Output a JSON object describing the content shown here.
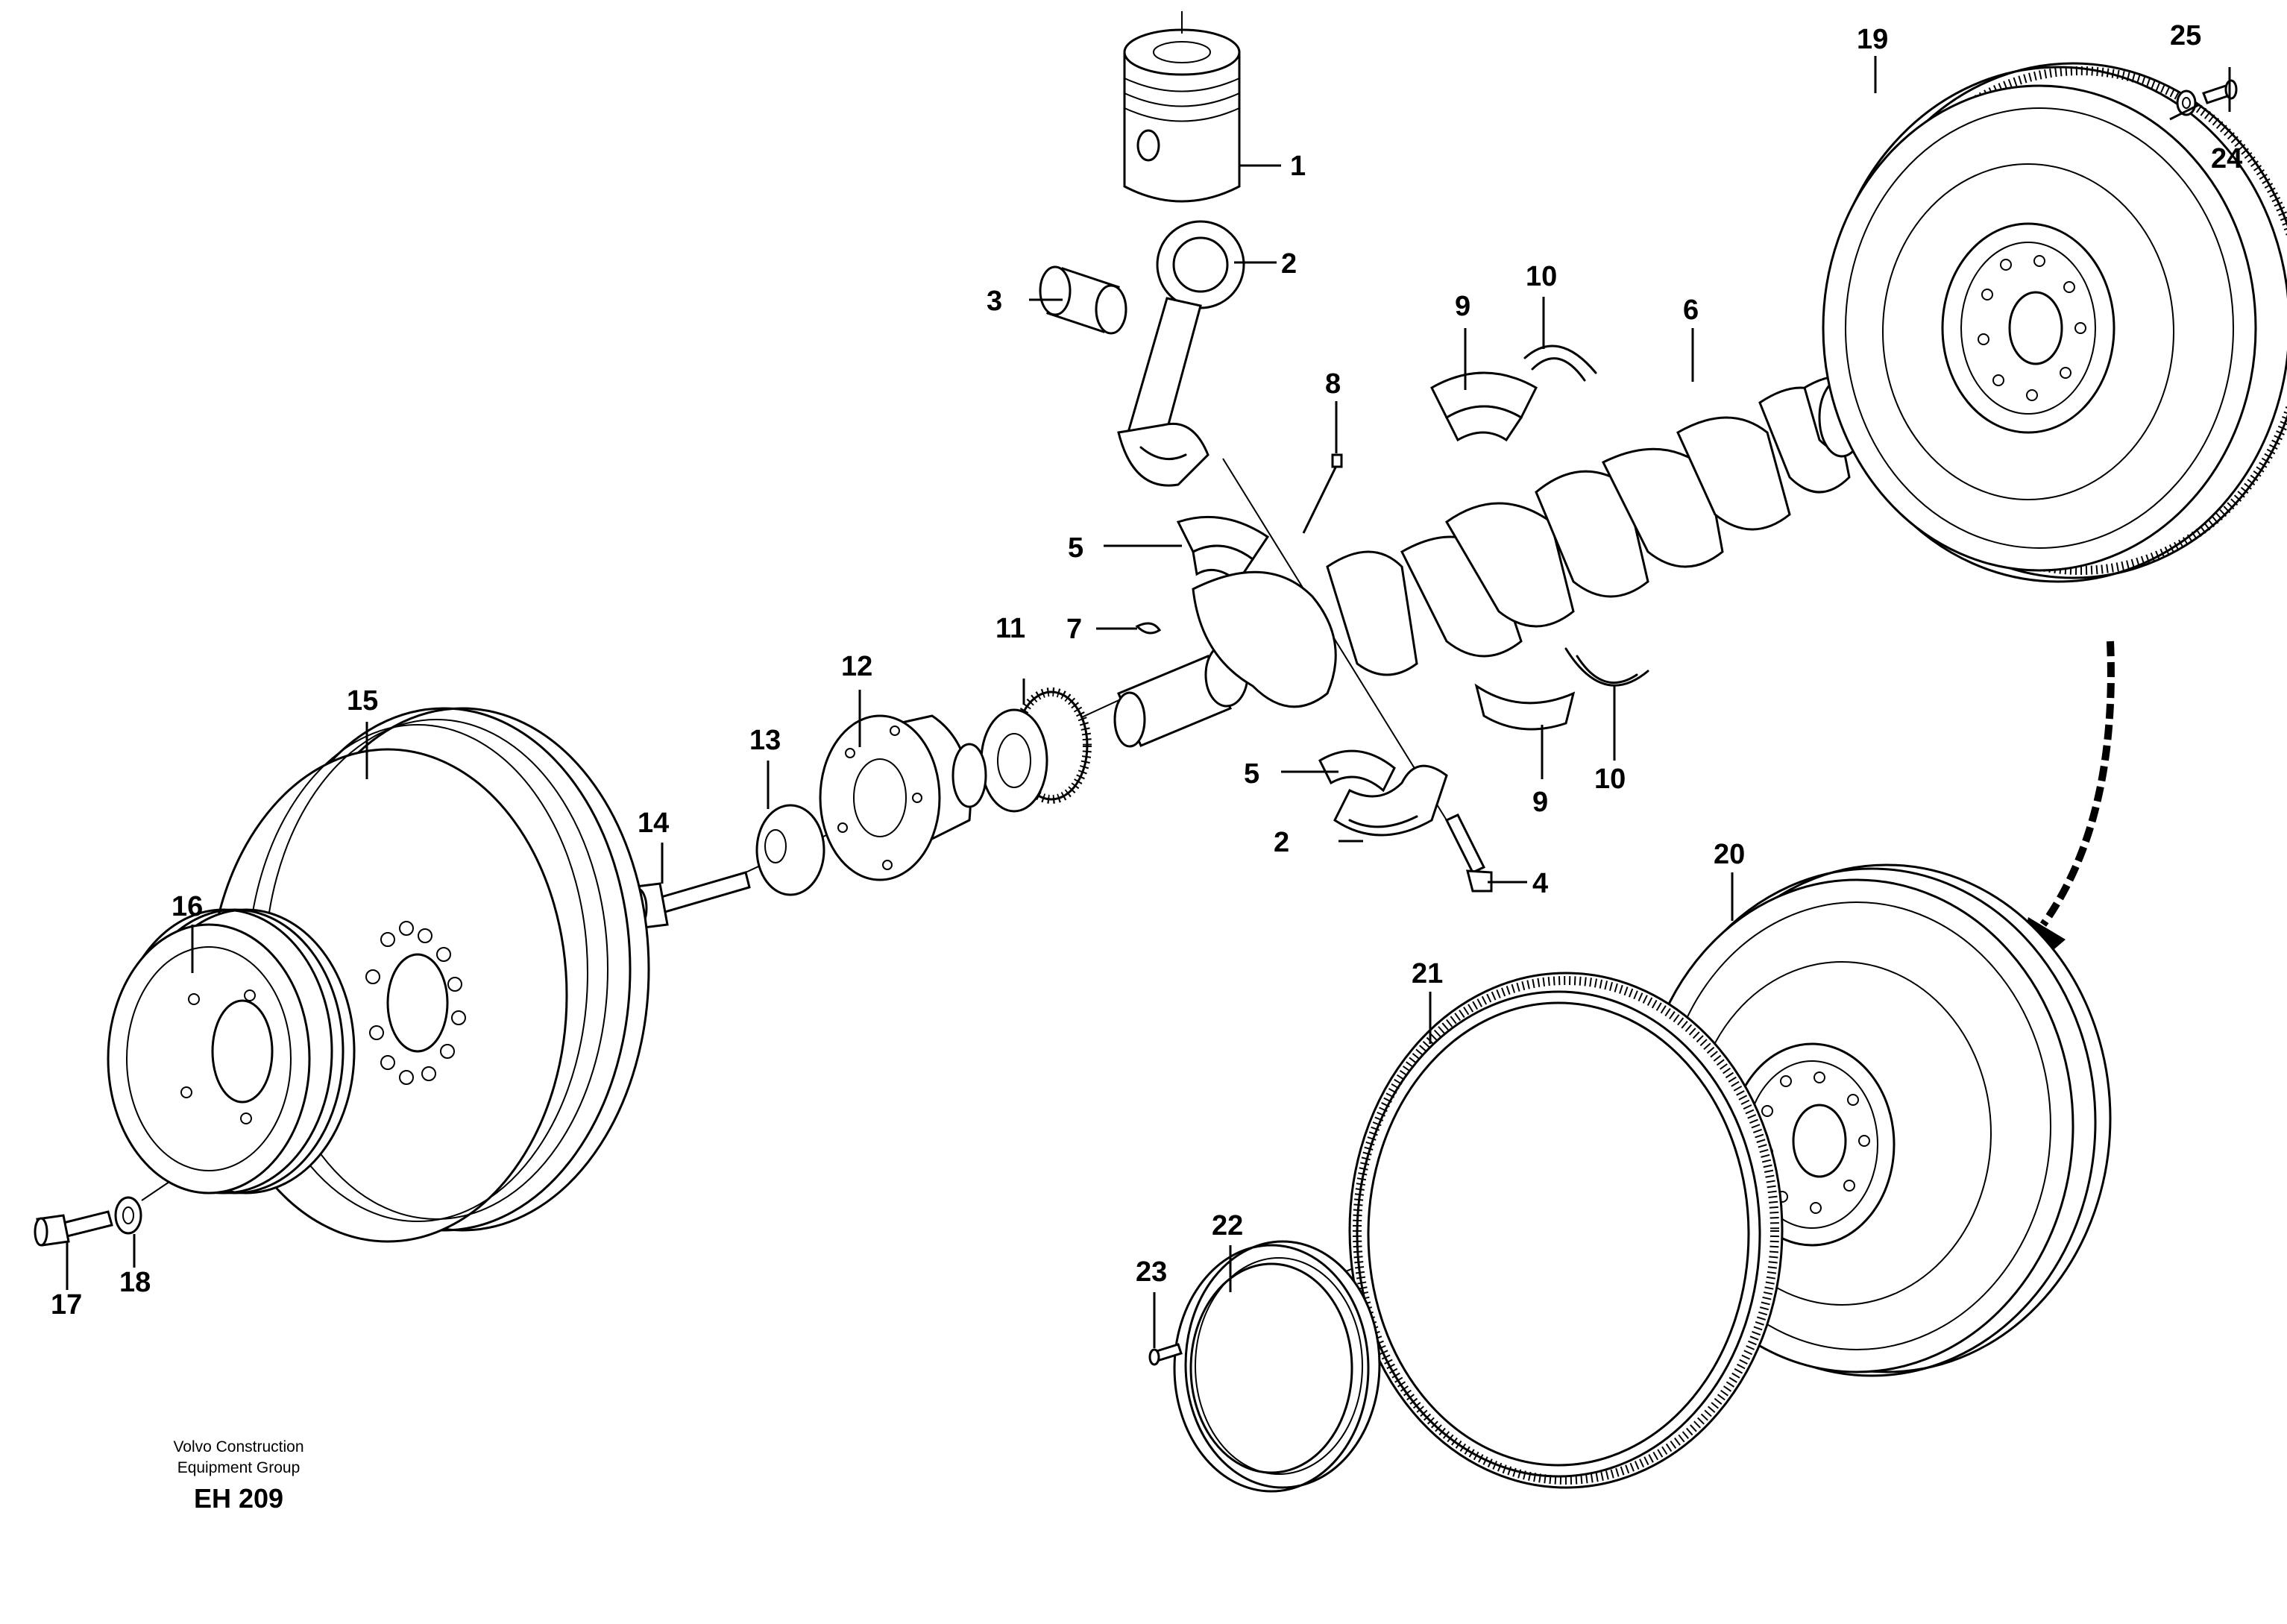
{
  "labels": {
    "p1": "1",
    "p2a": "2",
    "p2b": "2",
    "p3": "3",
    "p4": "4",
    "p5a": "5",
    "p5b": "5",
    "p6": "6",
    "p7": "7",
    "p8": "8",
    "p9a": "9",
    "p9b": "9",
    "p10a": "10",
    "p10b": "10",
    "p11": "11",
    "p12": "12",
    "p13": "13",
    "p14": "14",
    "p15": "15",
    "p16": "16",
    "p17": "17",
    "p18": "18",
    "p19": "19",
    "p20": "20",
    "p21": "21",
    "p22": "22",
    "p23": "23",
    "p24": "24",
    "p25": "25"
  },
  "footer": {
    "line1": "Volvo Construction",
    "line2": "Equipment Group",
    "code": "EH 209"
  }
}
